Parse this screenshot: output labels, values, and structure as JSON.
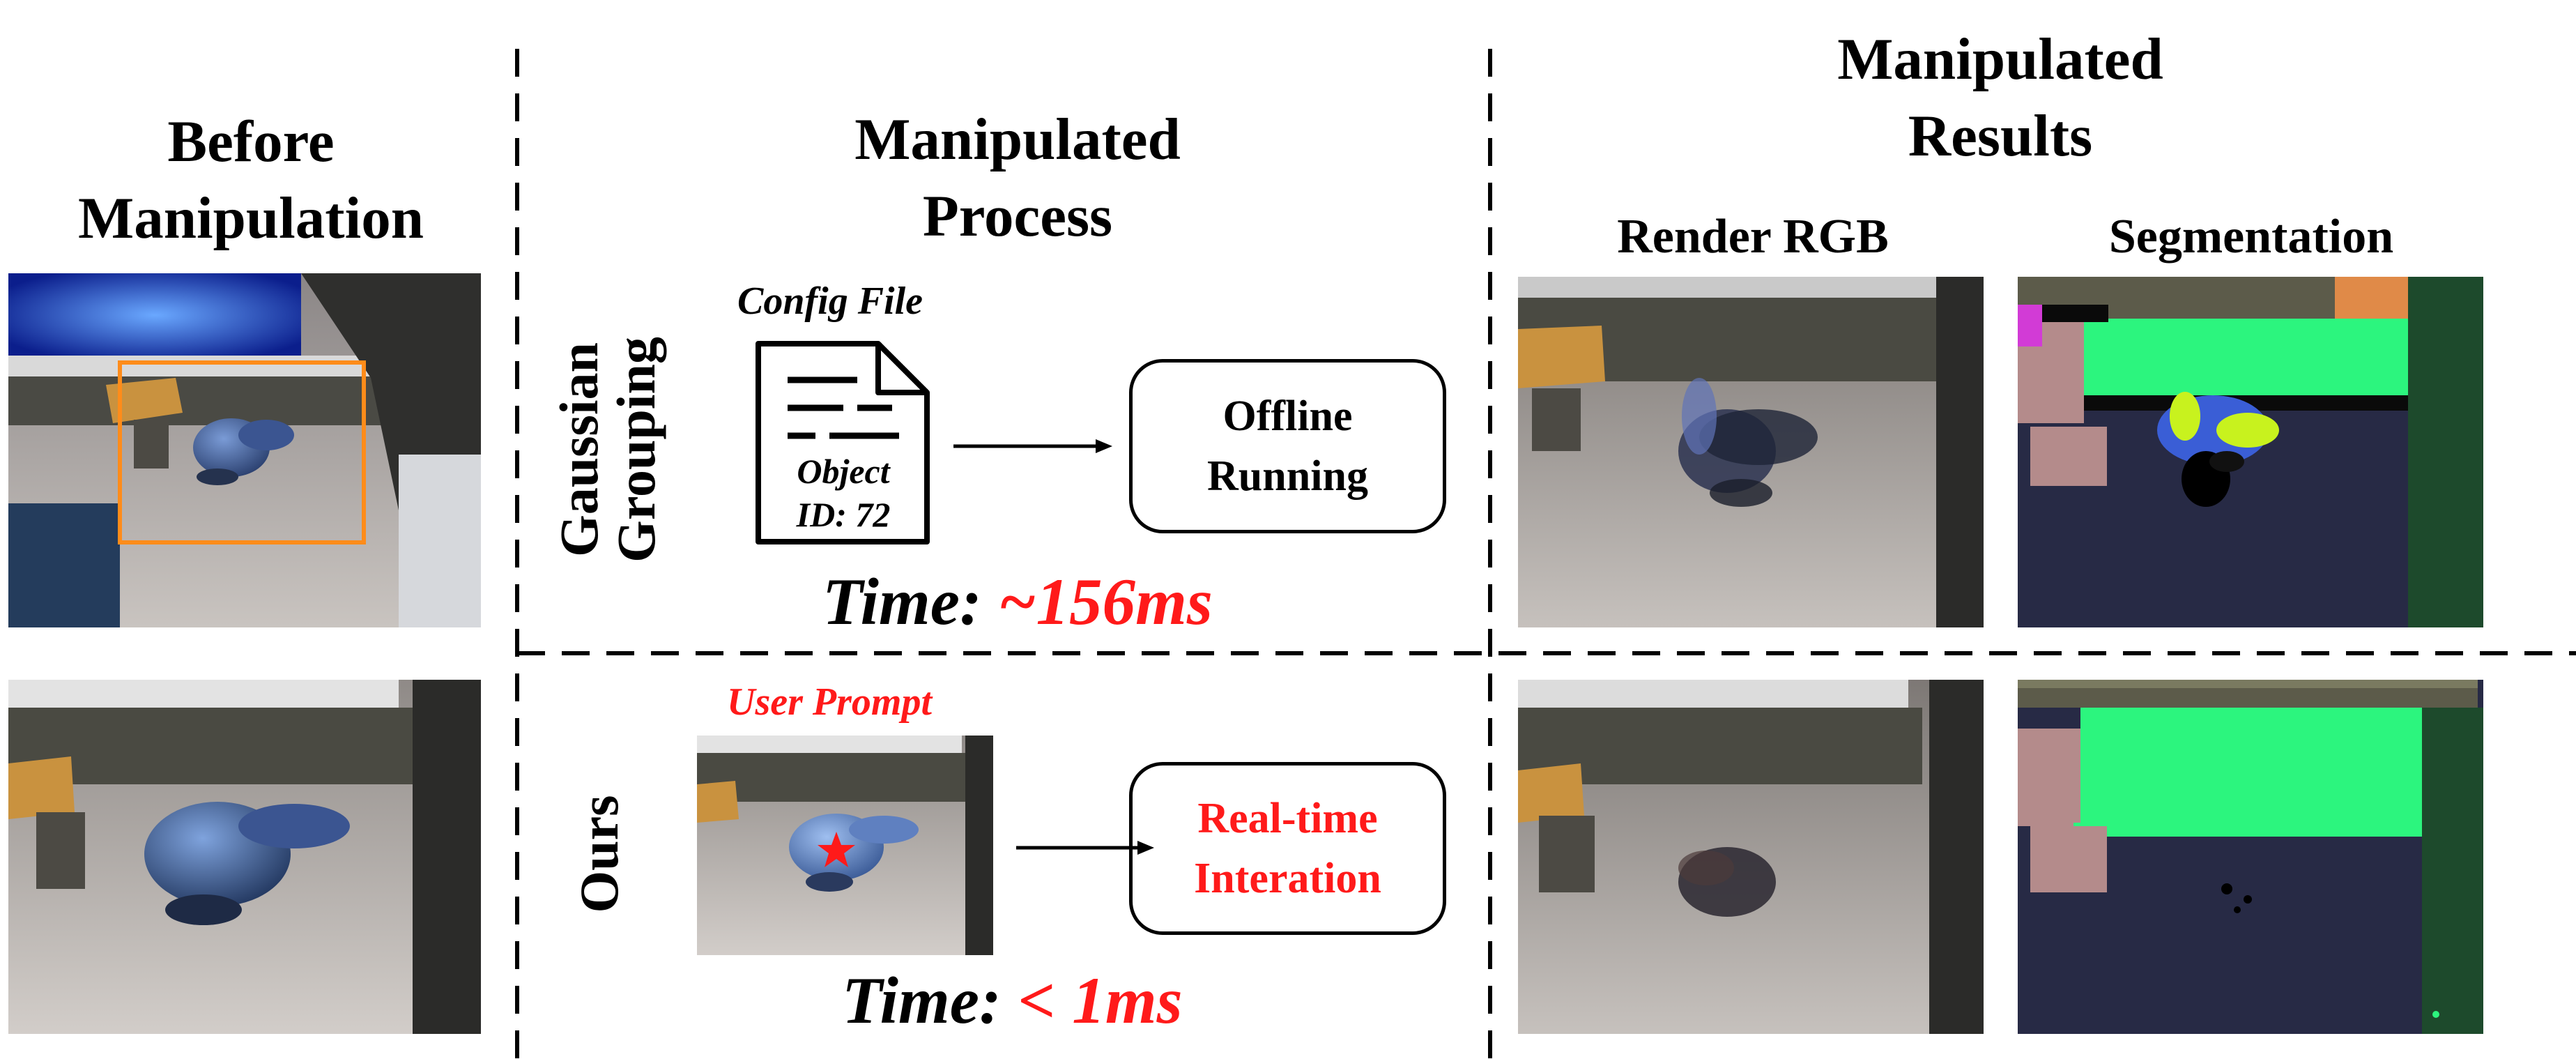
{
  "columns": {
    "before": {
      "title_line1": "Before",
      "title_line2": "Manipulation"
    },
    "process": {
      "title_line1": "Manipulated",
      "title_line2": "Process"
    },
    "results": {
      "title_line1": "Manipulated",
      "title_line2": "Results",
      "sub_rgb": "Render RGB",
      "sub_seg": "Segmentation"
    }
  },
  "rows": {
    "gaussian": {
      "label_line1": "Gaussian",
      "label_line2": "Grouping",
      "config_title": "Config File",
      "doc_line1": "Object",
      "doc_line2": "ID: 72",
      "box_line1": "Offline",
      "box_line2": "Running",
      "time_prefix": "Time:",
      "time_value": "~156ms"
    },
    "ours": {
      "label": "Ours",
      "prompt_title": "User Prompt",
      "box_line1": "Real-time",
      "box_line2": "Interation",
      "time_prefix": "Time:",
      "time_value": "< 1ms"
    }
  },
  "colors": {
    "orange_bbox": "#ff8c1a",
    "highlight_red": "#ff1a1a",
    "seg_bright_green": "#2cf57e",
    "seg_navy": "#272a45",
    "seg_dark_green": "#1d4a2c",
    "seg_pink": "#b48b8b",
    "seg_olive": "#5c5b4a",
    "seg_orange": "#e08a48",
    "seg_lime": "#c8f21e",
    "seg_blue": "#3a5ed6",
    "seg_magenta": "#d23bd6"
  },
  "icons": [
    "document-icon",
    "arrow-right-icon",
    "star-icon"
  ]
}
